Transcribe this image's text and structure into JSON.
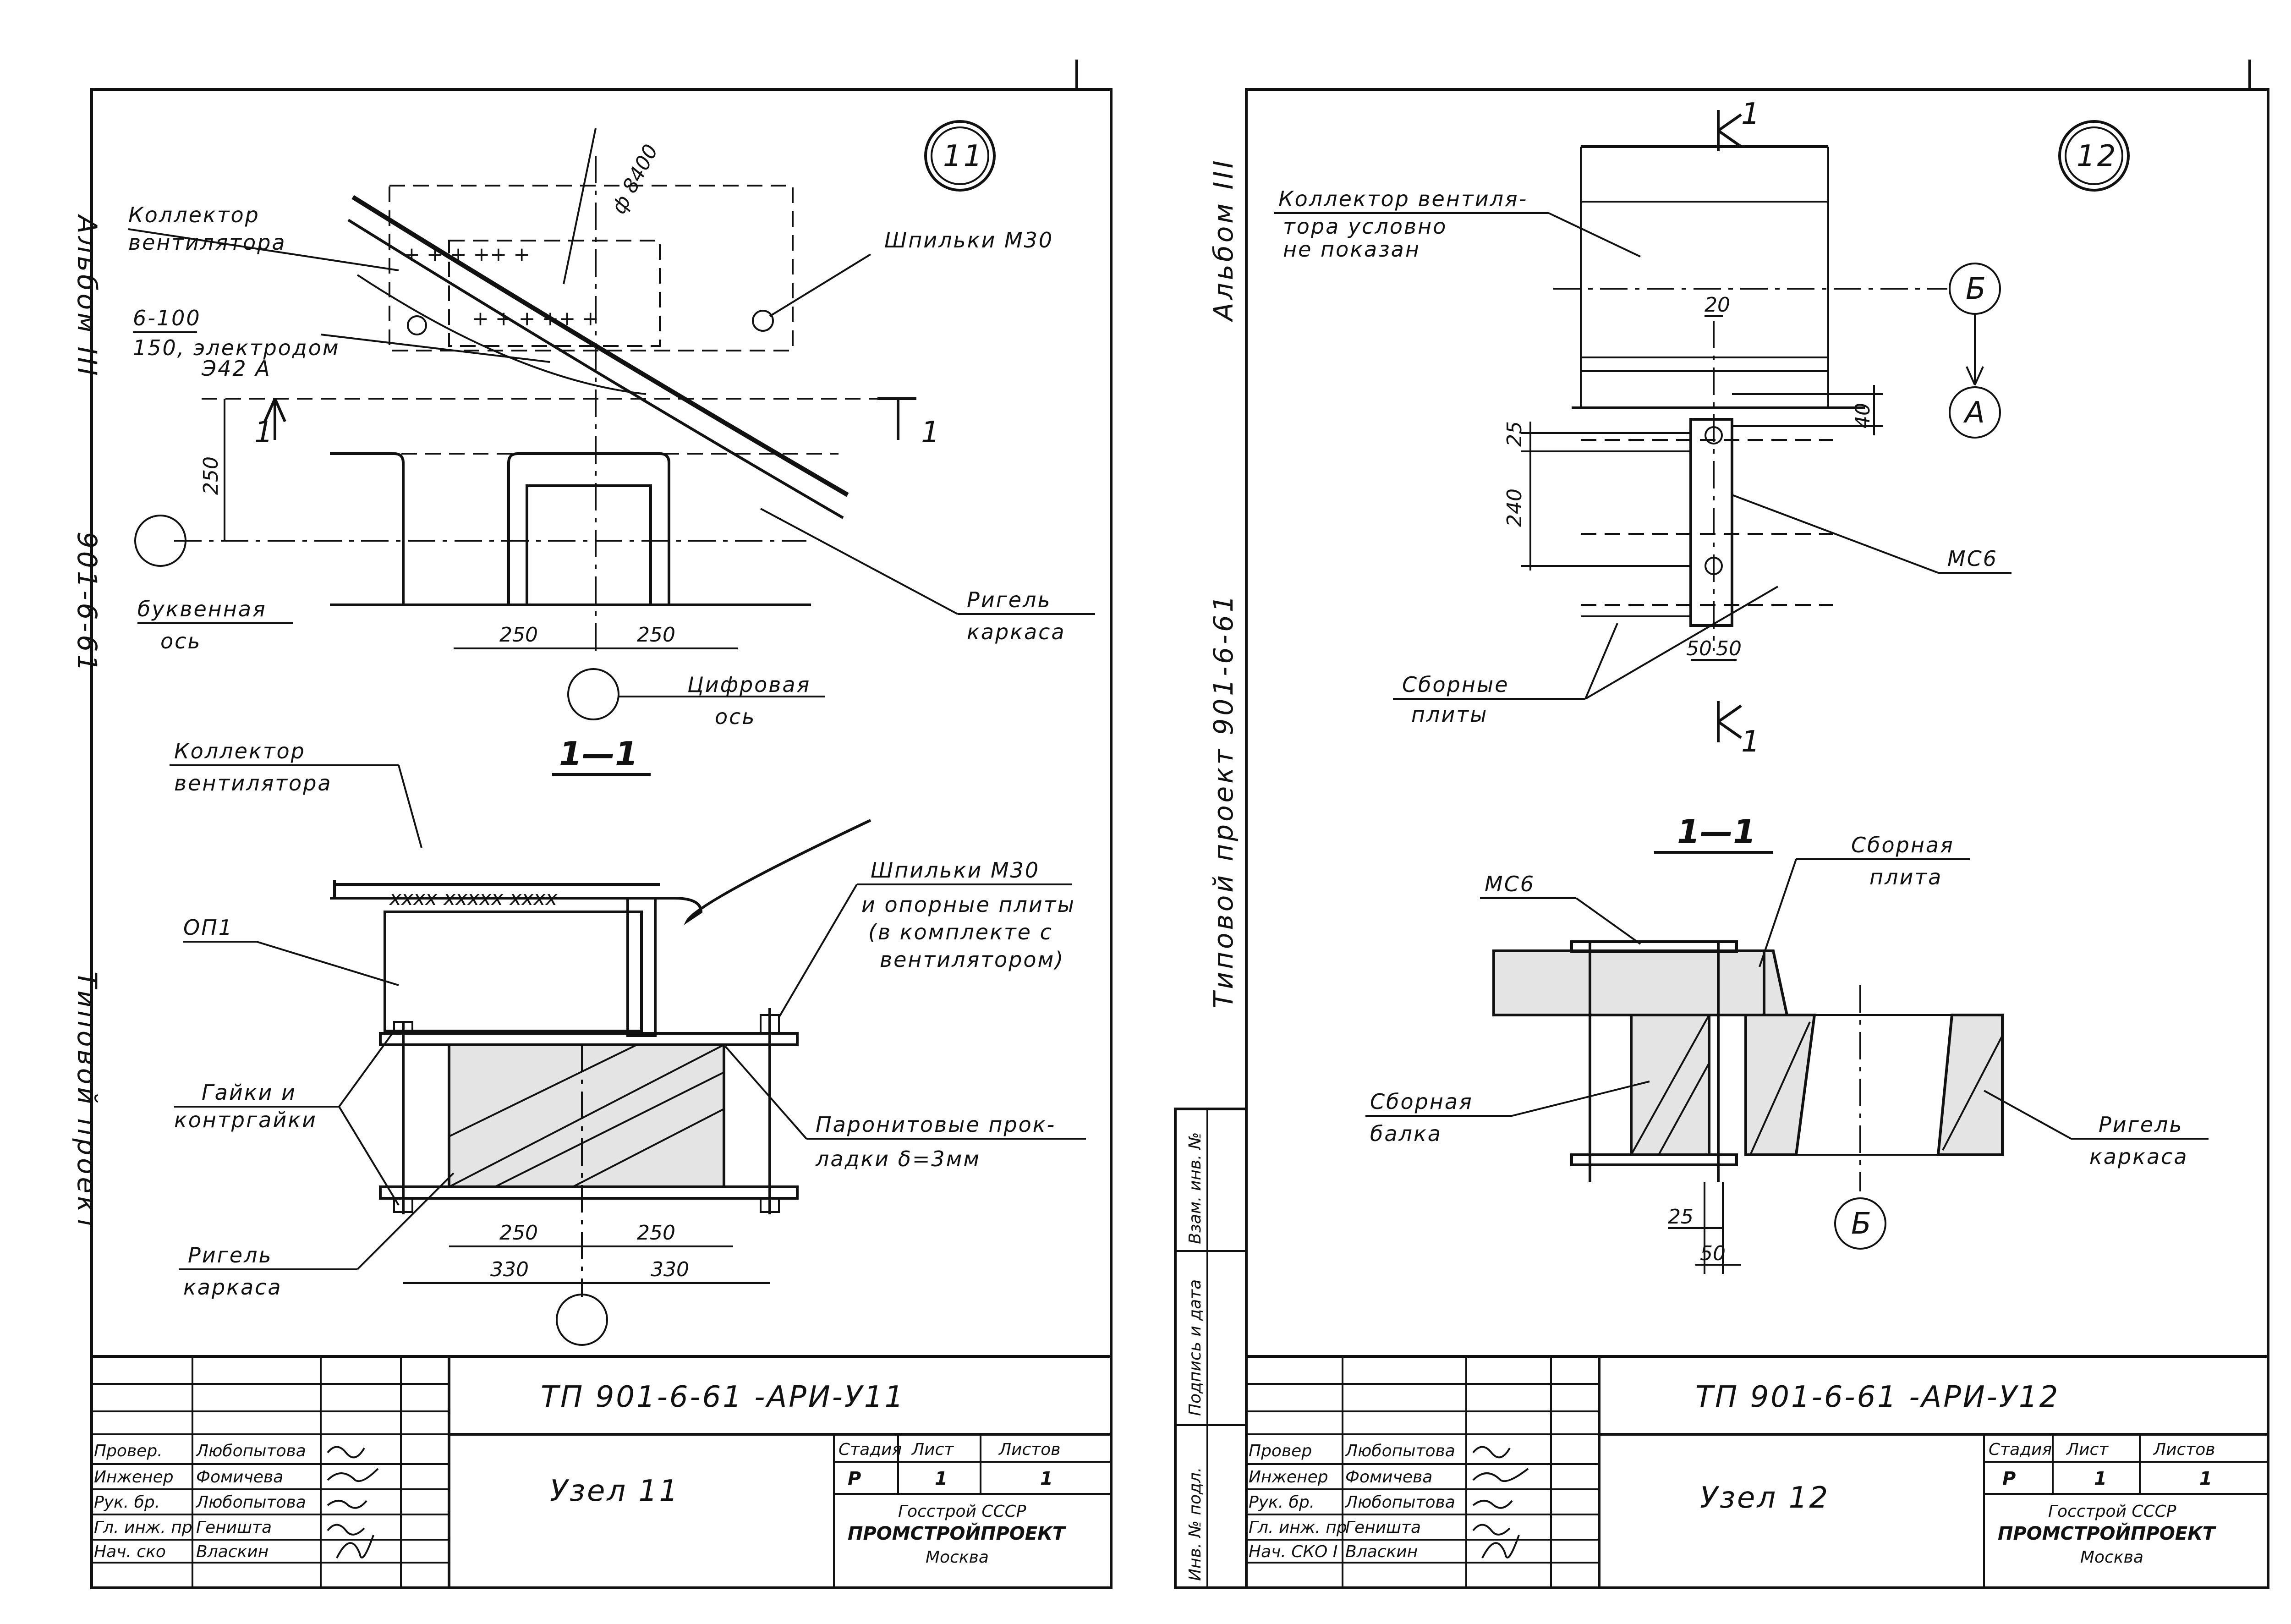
{
  "left_sheet": {
    "node_number": "11",
    "spine_top": "Альбом III",
    "spine_mid": "901-6-61",
    "spine_bottom": "Типовой проект",
    "plan": {
      "dim_diameter": "ф 8400",
      "label_collector": [
        "Коллектор",
        "вентилятора"
      ],
      "label_weld": [
        "6-100",
        "150, электродом",
        "Э42 А"
      ],
      "label_studs": "Шпильки М30",
      "section_mark": "1",
      "dim_250_vertical": "250",
      "label_letter_axis": [
        "буквенная",
        "ось"
      ],
      "dim_250_left": "250",
      "dim_250_right": "250",
      "label_girder": [
        "Ригель",
        "каркаса"
      ],
      "label_digit_axis": [
        "Цифровая",
        "ось"
      ]
    },
    "section": {
      "title": "1—1",
      "label_collector": [
        "Коллектор",
        "вентилятора"
      ],
      "label_op": "ОП1",
      "label_studs": [
        "Шпильки М30",
        "и опорные плиты",
        "(в комплекте с",
        "вентилятором)"
      ],
      "label_nuts": [
        "Гайки и",
        "контргайки"
      ],
      "label_gaskets": [
        "Паронитовые прок-",
        "ладки   δ=3мм"
      ],
      "label_girder": [
        "Ригель",
        "каркаса"
      ],
      "dims_inner": [
        "250",
        "250"
      ],
      "dims_outer": [
        "330",
        "330"
      ]
    },
    "title_block": {
      "code": "ТП 901-6-61    -АРИ-У11",
      "title": "Узел 11",
      "roles": [
        "Провер.",
        "Инженер",
        "Рук. бр.",
        "Гл. инж. пр",
        "Нач. ско"
      ],
      "names": [
        "Любопытова",
        "Фомичева",
        "Любопытова",
        "Геништа",
        "Власкин"
      ],
      "stage_head": "Стадия",
      "sheet_head": "Лист",
      "sheets_head": "Листов",
      "stage": "Р",
      "sheet": "1",
      "sheets": "1",
      "org1": "Госстрой   СССР",
      "org2": "ПРОМСТРОЙПРОЕКТ",
      "org3": "Москва"
    }
  },
  "right_sheet": {
    "node_number": "12",
    "spine_top": "Альбом III",
    "spine_bottom": "Типовой проект 901-6-61",
    "inv_labels": [
      "Инв. № подл.",
      "Подпись и дата",
      "Взам. инв. №"
    ],
    "plan": {
      "label_collector": [
        "Коллектор вентиля-",
        "тора условно",
        "не показан"
      ],
      "section_mark": "1",
      "axis_b": "Б",
      "axis_a": "А",
      "dim_20": "20",
      "dim_25": "25",
      "dim_40": "40",
      "dim_240": "240",
      "dim_50a": "50",
      "dim_50b": "50",
      "label_mc6": "МС6",
      "label_slabs": [
        "Сборные",
        "плиты"
      ]
    },
    "section": {
      "title": "1—1",
      "label_mc6": "МС6",
      "label_slab": [
        "Сборная",
        "плита"
      ],
      "label_beam": [
        "Сборная",
        "балка"
      ],
      "label_girder": [
        "Ригель",
        "каркаса"
      ],
      "axis_b": "Б",
      "dim_25": "25",
      "dim_50": "50"
    },
    "title_block": {
      "code": "ТП 901-6-61    -АРИ-У12",
      "title": "Узел 12",
      "roles": [
        "Провер",
        "Инженер",
        "Рук. бр.",
        "Гл. инж. пр",
        "Нач. СКО I"
      ],
      "names": [
        "Любопытова",
        "Фомичева",
        "Любопытова",
        "Геништа",
        "Власкин"
      ],
      "stage_head": "Стадия",
      "sheet_head": "Лист",
      "sheets_head": "Листов",
      "stage": "Р",
      "sheet": "1",
      "sheets": "1",
      "org1": "Госстрой   СССР",
      "org2": "ПРОМСТРОЙПРОЕКТ",
      "org3": "Москва"
    }
  }
}
